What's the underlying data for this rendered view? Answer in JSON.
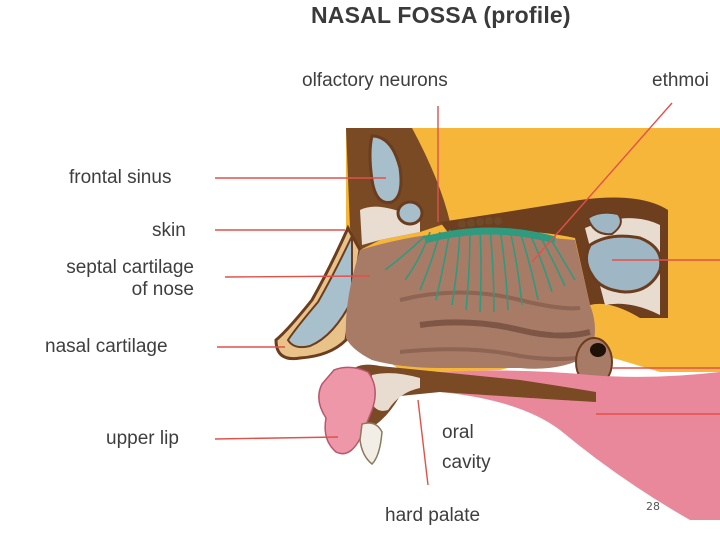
{
  "title": "NASAL FOSSA (profile)",
  "labels": {
    "olfactory_neurons": "olfactory neurons",
    "ethmoid": "ethmoi",
    "frontal_sinus": "frontal sinus",
    "skin": "skin",
    "septal_cartilage_1": "septal cartilage",
    "septal_cartilage_2": "of nose",
    "nasal_cartilage": "nasal cartilage",
    "upper_lip": "upper lip",
    "oral_cavity_1": "oral",
    "oral_cavity_2": "cavity",
    "hard_palate": "hard palate"
  },
  "slide_number": "28",
  "colors": {
    "background_tissue": "#f6b63a",
    "bone_outline": "#6b3d1e",
    "nasal_cavity": "#a87a66",
    "sinus_fill": "#9fb7c4",
    "neurons": "#2f9a7e",
    "pink_tissue": "#e9879b",
    "leader_line": "#e2504b"
  }
}
